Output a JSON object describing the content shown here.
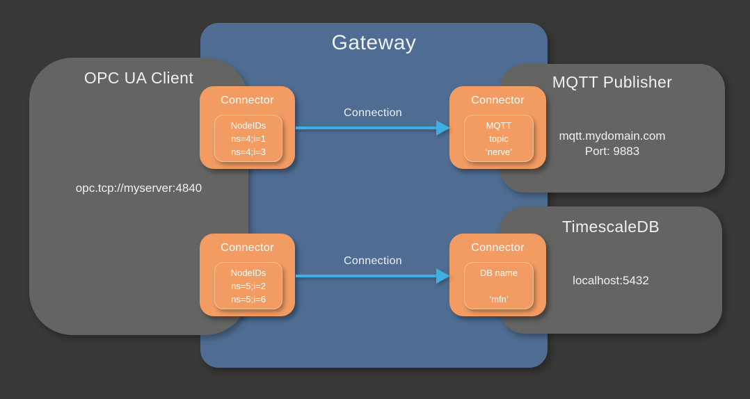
{
  "colors": {
    "bg": "#3a3836",
    "blue": "#4f6d93",
    "gray": "#646462",
    "orange": "#f29b63",
    "arrow": "#3fafe1",
    "inner_border": "#f7c59b",
    "text": "#eef0f2"
  },
  "gateway": {
    "title": "Gateway"
  },
  "opc_client": {
    "title": "OPC UA Client",
    "address": "opc.tcp://myserver:4840"
  },
  "mqtt_publisher": {
    "title": "MQTT Publisher",
    "host": "mqtt.mydomain.com",
    "port": "Port: 9883"
  },
  "timescaledb": {
    "title": "TimescaleDB",
    "address": "localhost:5432"
  },
  "connectors": {
    "opc_mqtt_source": {
      "label": "Connector",
      "lines": [
        "NodeIDs",
        "ns=4;i=1",
        "ns=4;i=3"
      ]
    },
    "mqtt_sink": {
      "label": "Connector",
      "lines": [
        "MQTT",
        "topic",
        "‘nerve’"
      ]
    },
    "opc_db_source": {
      "label": "Connector",
      "lines": [
        "NodeIDs",
        "ns=5;i=2",
        "ns=5;i=6"
      ]
    },
    "db_sink": {
      "label": "Connector",
      "lines": [
        "DB name",
        "",
        "‘mfn’"
      ]
    }
  },
  "connections": {
    "top_label": "Connection",
    "bottom_label": "Connection"
  }
}
